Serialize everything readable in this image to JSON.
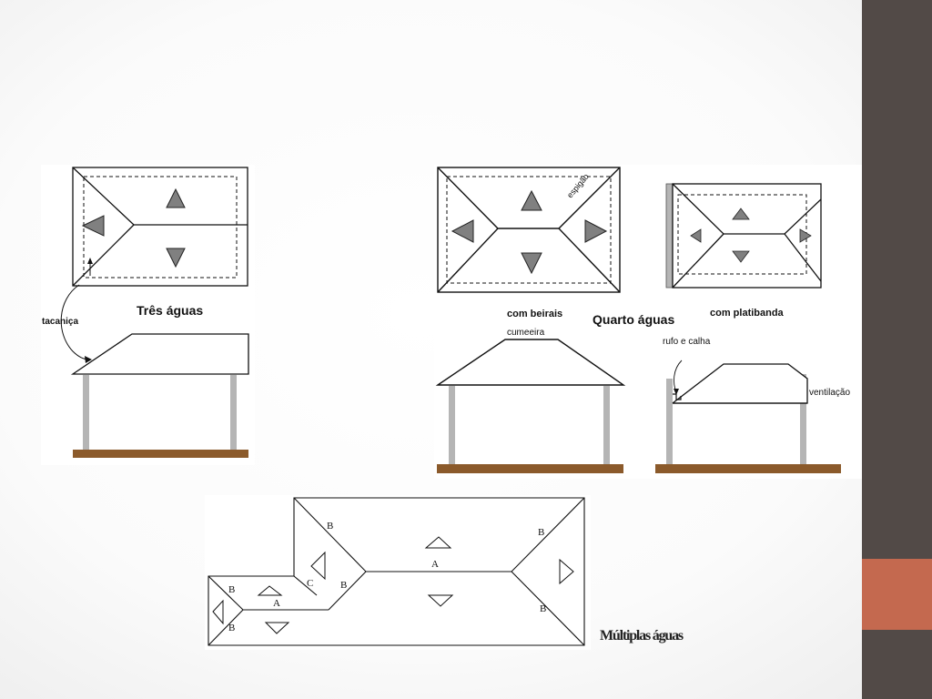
{
  "three_waters": {
    "title": "Três águas",
    "tacanica_label": "tacaniça"
  },
  "four_waters": {
    "title": "Quarto águas",
    "with_eaves_label": "com beirais",
    "with_parapet_label": "com platibanda",
    "hip_label": "espigão",
    "ridge_label": "cumeeira",
    "flashing_label": "rufo e calha",
    "ventilation_label": "ventilação"
  },
  "multiple_waters": {
    "title": "Múltiplas águas",
    "face_labels": [
      "A",
      "A",
      "B",
      "B",
      "B",
      "B",
      "B",
      "B",
      "C"
    ]
  },
  "colors": {
    "sidebar": "#524a47",
    "accent": "#c4694f",
    "ground": "#8b5a2b",
    "pillar": "#b5b5b5",
    "arrow_fill": "#808080"
  }
}
